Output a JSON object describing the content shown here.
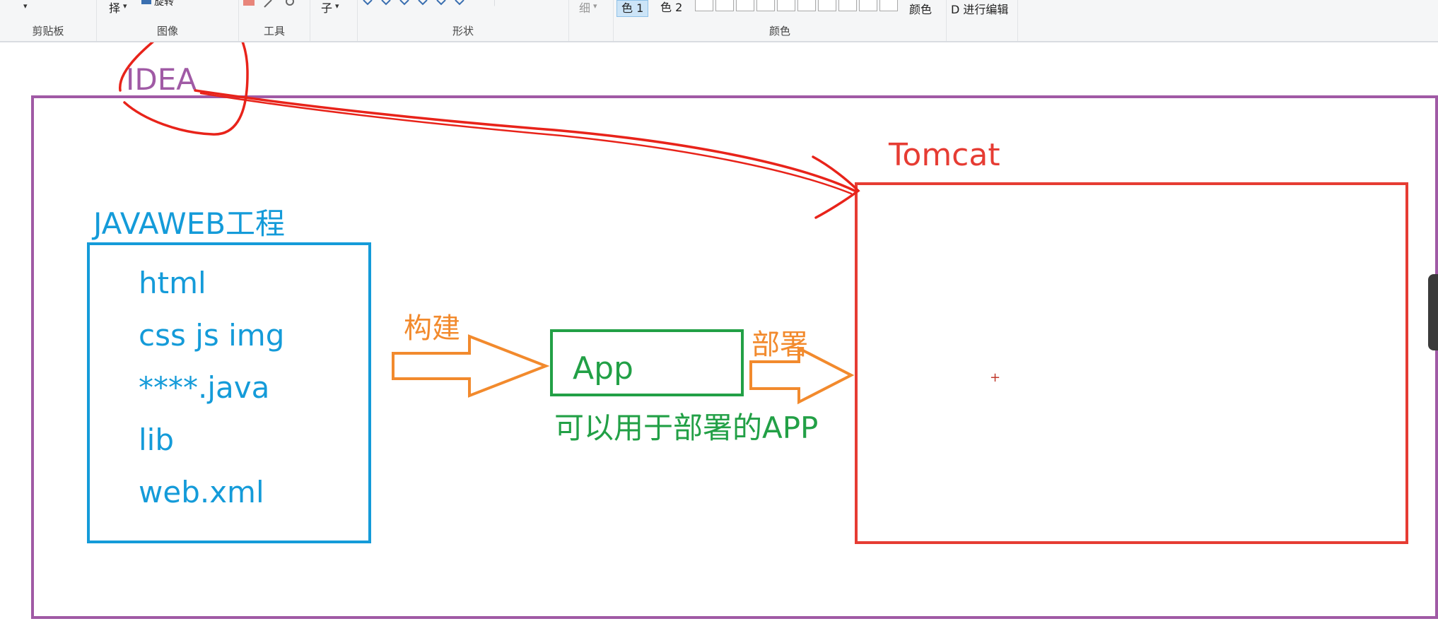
{
  "ribbon": {
    "groups": [
      {
        "label": "剪贴板"
      },
      {
        "label": "图像",
        "select_label": "择",
        "rotate_label": "旋转"
      },
      {
        "label": "工具"
      },
      {
        "label": "",
        "brush_label": "子"
      },
      {
        "label": "形状"
      },
      {
        "label": "",
        "size_label": "细"
      },
      {
        "label": "颜色",
        "color1_label": "色 1",
        "color2_label": "色 2",
        "edit_colors_label": "颜色"
      },
      {
        "label": "",
        "paint3d_label": "D 进行编辑"
      }
    ]
  },
  "canvas": {
    "idea_label": "IDEA",
    "javaweb_label": "JAVAWEB工程",
    "javaweb_items": [
      "html",
      "css js img",
      "****.java",
      "lib",
      "web.xml"
    ],
    "build_label": "构建",
    "app_label": "App",
    "app_desc": "可以用于部署的APP",
    "deploy_label": "部署",
    "tomcat_label": "Tomcat",
    "cursor_glyph": "+"
  },
  "colors": {
    "idea": "#a05aa5",
    "javaweb": "#149bd9",
    "arrow": "#f28a2d",
    "app": "#22a046",
    "tomcat": "#e63c33"
  }
}
